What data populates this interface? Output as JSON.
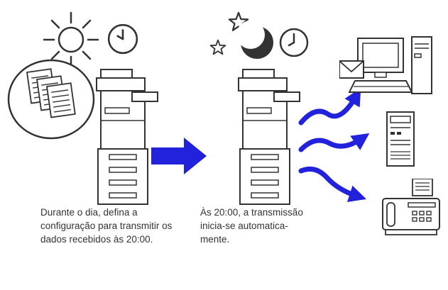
{
  "captions": {
    "day": "Durante o dia, defina a\nconfiguração para transmitir os\ndados recebidos às 20:00.",
    "night": "Às 20:00, a transmissão\ninicia-se automatica-\nmente."
  },
  "colors": {
    "arrow_blue": "#2222dd",
    "line_dark": "#333333",
    "background": "#ffffff"
  },
  "icons": {
    "sun": "sun-icon",
    "clock_day": "clock-icon",
    "star_small": "star-icon",
    "star_large": "star-icon",
    "moon": "moon-icon",
    "clock_night": "clock-icon",
    "documents": "documents-stack-icon",
    "copier_left": "copier-mfp-illustration",
    "copier_right": "copier-mfp-illustration",
    "transition_arrow": "right-arrow-icon",
    "send_arrows": "curved-send-arrow-icon",
    "computer": "desktop-computer-icon",
    "envelope": "envelope-icon",
    "server": "server-icon",
    "fax": "fax-machine-icon"
  }
}
